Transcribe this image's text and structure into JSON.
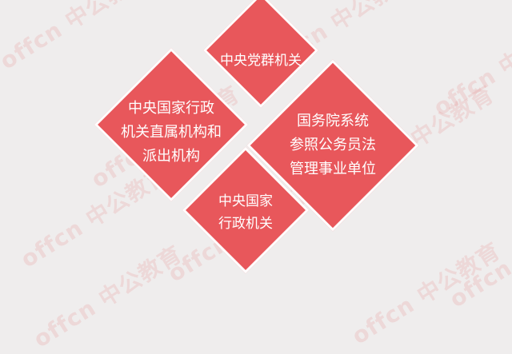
{
  "watermark": {
    "text": "offcn 中公教育"
  },
  "diagram": {
    "fill_color": "#e8575b",
    "text_color": "#ffffff",
    "nodes": {
      "top": {
        "lines": [
          "中央党群机关"
        ]
      },
      "left": {
        "lines": [
          "中央国家行政",
          "机关直属机构和",
          "派出机构"
        ]
      },
      "right": {
        "lines": [
          "国务院系统",
          "参照公务员法",
          "管理事业单位"
        ]
      },
      "bottom": {
        "lines": [
          "中央国家",
          "行政机关"
        ]
      }
    }
  }
}
